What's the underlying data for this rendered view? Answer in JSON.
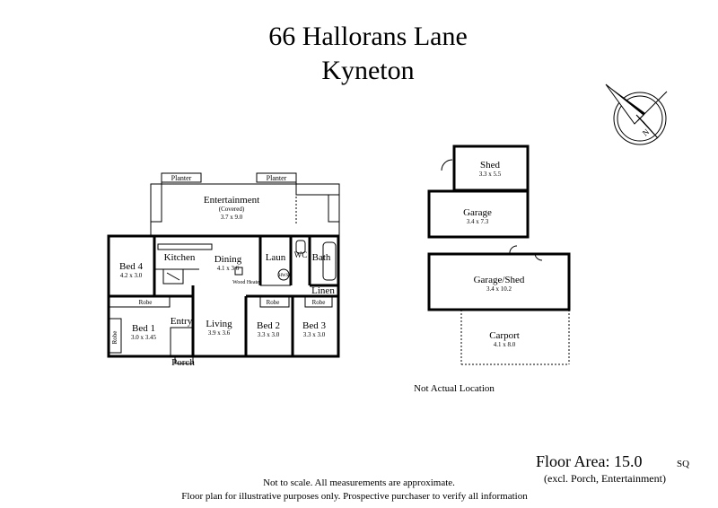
{
  "header": {
    "address_line1": "66 Hallorans Lane",
    "address_line2": "Kyneton"
  },
  "house_rooms": {
    "entertainment": {
      "name": "Entertainment",
      "note": "(Covered)",
      "size": "3.7 x 9.0"
    },
    "planter_left": "Planter",
    "planter_right": "Planter",
    "bed4": {
      "name": "Bed 4",
      "size": "4.2 x 3.0"
    },
    "kitchen": "Kitchen",
    "dining": {
      "name": "Dining",
      "size": "4.1 x 3.6"
    },
    "wood_heater": "Wood Heater",
    "laun": "Laun",
    "hws": "HWS",
    "wc": "WC",
    "bath": "Bath",
    "linen": "Linen",
    "robe_bed1_top": "Robe",
    "robe_bed1_side": "Robe",
    "robe_bed2": "Robe",
    "robe_bed3": "Robe",
    "bed1": {
      "name": "Bed 1",
      "size": "3.0 x 3.45"
    },
    "entry": "Entry",
    "living": {
      "name": "Living",
      "size": "3.9 x 3.6"
    },
    "bed2": {
      "name": "Bed 2",
      "size": "3.3 x 3.0"
    },
    "bed3": {
      "name": "Bed 3",
      "size": "3.3 x 3.0"
    },
    "porch": "Porch"
  },
  "outbuildings": {
    "shed": {
      "name": "Shed",
      "size": "3.3 x 5.5"
    },
    "garage": {
      "name": "Garage",
      "size": "3.4 x 7.3"
    },
    "garage_shed": {
      "name": "Garage/Shed",
      "size": "3.4 x 10.2"
    },
    "carport": {
      "name": "Carport",
      "size": "4.1 x 8.0"
    },
    "location_note": "Not Actual Location"
  },
  "floor_area": {
    "label": "Floor Area: 15.0",
    "unit": "SQ",
    "exclusions": "(excl. Porch, Entertainment)"
  },
  "disclaimer": {
    "line1": "Not to scale. All measurements are approximate.",
    "line2": "Floor plan for illustrative purposes only. Prospective purchaser to verify all information"
  },
  "compass": {
    "icon": "north-arrow-compass-icon"
  },
  "colors": {
    "ink": "#000000",
    "paper": "#ffffff"
  }
}
